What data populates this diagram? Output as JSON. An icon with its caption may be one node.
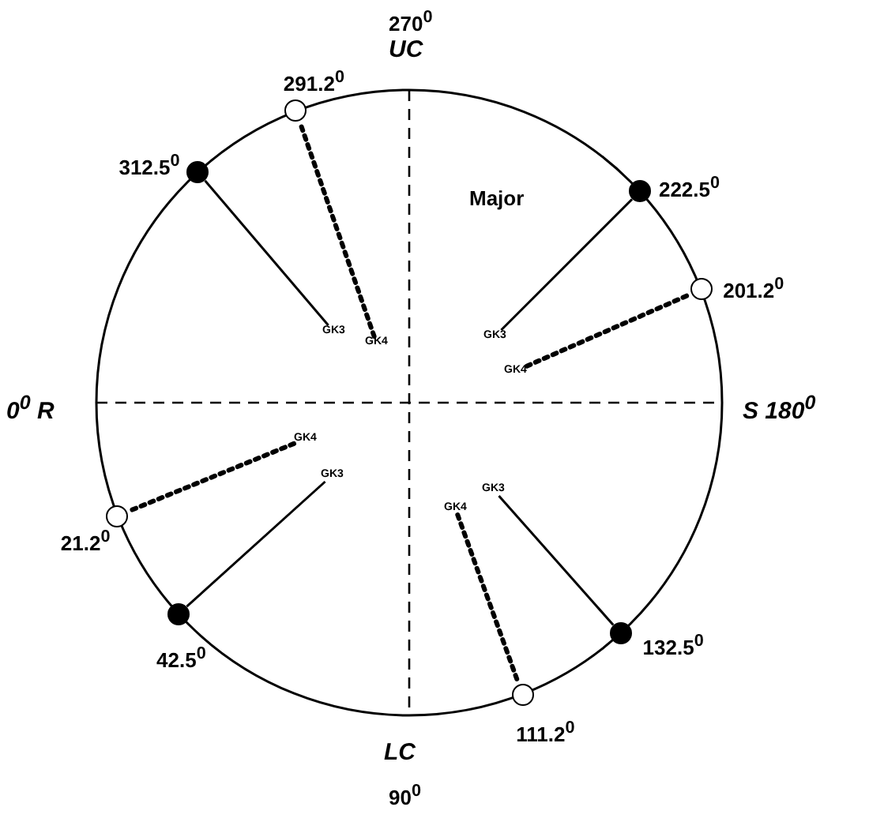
{
  "diagram": {
    "nodes": [
      {
        "text": [],
        "shape": "circle",
        "beside": [
          "291.2$^{0}$"
        ]
      },
      {
        "text": [],
        "shape": "circle",
        "beside": [
          "312.5$^{0}$"
        ]
      },
      {
        "text": [],
        "shape": "circle",
        "beside": [
          "222.5$^{0}$"
        ]
      },
      {
        "text": [],
        "shape": "circle",
        "beside": [
          "201.2$^{0}$"
        ]
      },
      {
        "text": [
          "GK4"
        ]
      },
      {
        "text": [
          "GK3"
        ]
      },
      {
        "text": [
          "GK3"
        ]
      },
      {
        "text": [
          "GK4"
        ]
      },
      {
        "text": [
          "GK4"
        ]
      },
      {
        "text": [
          "GK3"
        ]
      },
      {
        "text": [
          "GK3"
        ]
      },
      {
        "text": [
          "GK4"
        ]
      },
      {
        "text": [],
        "shape": "circle",
        "beside": [
          "21.2$^{0}$"
        ]
      },
      {
        "text": [],
        "shape": "circle",
        "beside": [
          "42.5$^{0}$"
        ]
      },
      {
        "text": [],
        "shape": "circle",
        "beside": [
          "132.5$^{0}$"
        ]
      },
      {
        "text": [],
        "shape": "circle",
        "beside": [
          "111.2$^{0}$"
        ]
      }
    ],
    "edges": [
      {
        "from": 4,
        "to": 0,
        "arrow": "none",
        "style": "dashed"
      },
      {
        "from": 5,
        "to": 1,
        "arrow": "none"
      },
      {
        "from": 6,
        "to": 2,
        "arrow": "none"
      },
      {
        "from": 7,
        "to": 3,
        "arrow": "none",
        "style": "dashed"
      },
      {
        "from": 8,
        "to": 12,
        "arrow": "none",
        "style": "dashed"
      },
      {
        "from": 9,
        "to": 13,
        "arrow": "none"
      },
      {
        "from": 10,
        "to": 14,
        "arrow": "none"
      },
      {
        "from": 11,
        "to": 15,
        "arrow": "none",
        "style": "dashed"
      }
    ],
    "labels": [
      "270$^{0}$",
      "UC",
      "Major",
      "0$^{0}$ R",
      "S 180$^{0}$",
      "LC",
      "90$^{0}$"
    ]
  }
}
